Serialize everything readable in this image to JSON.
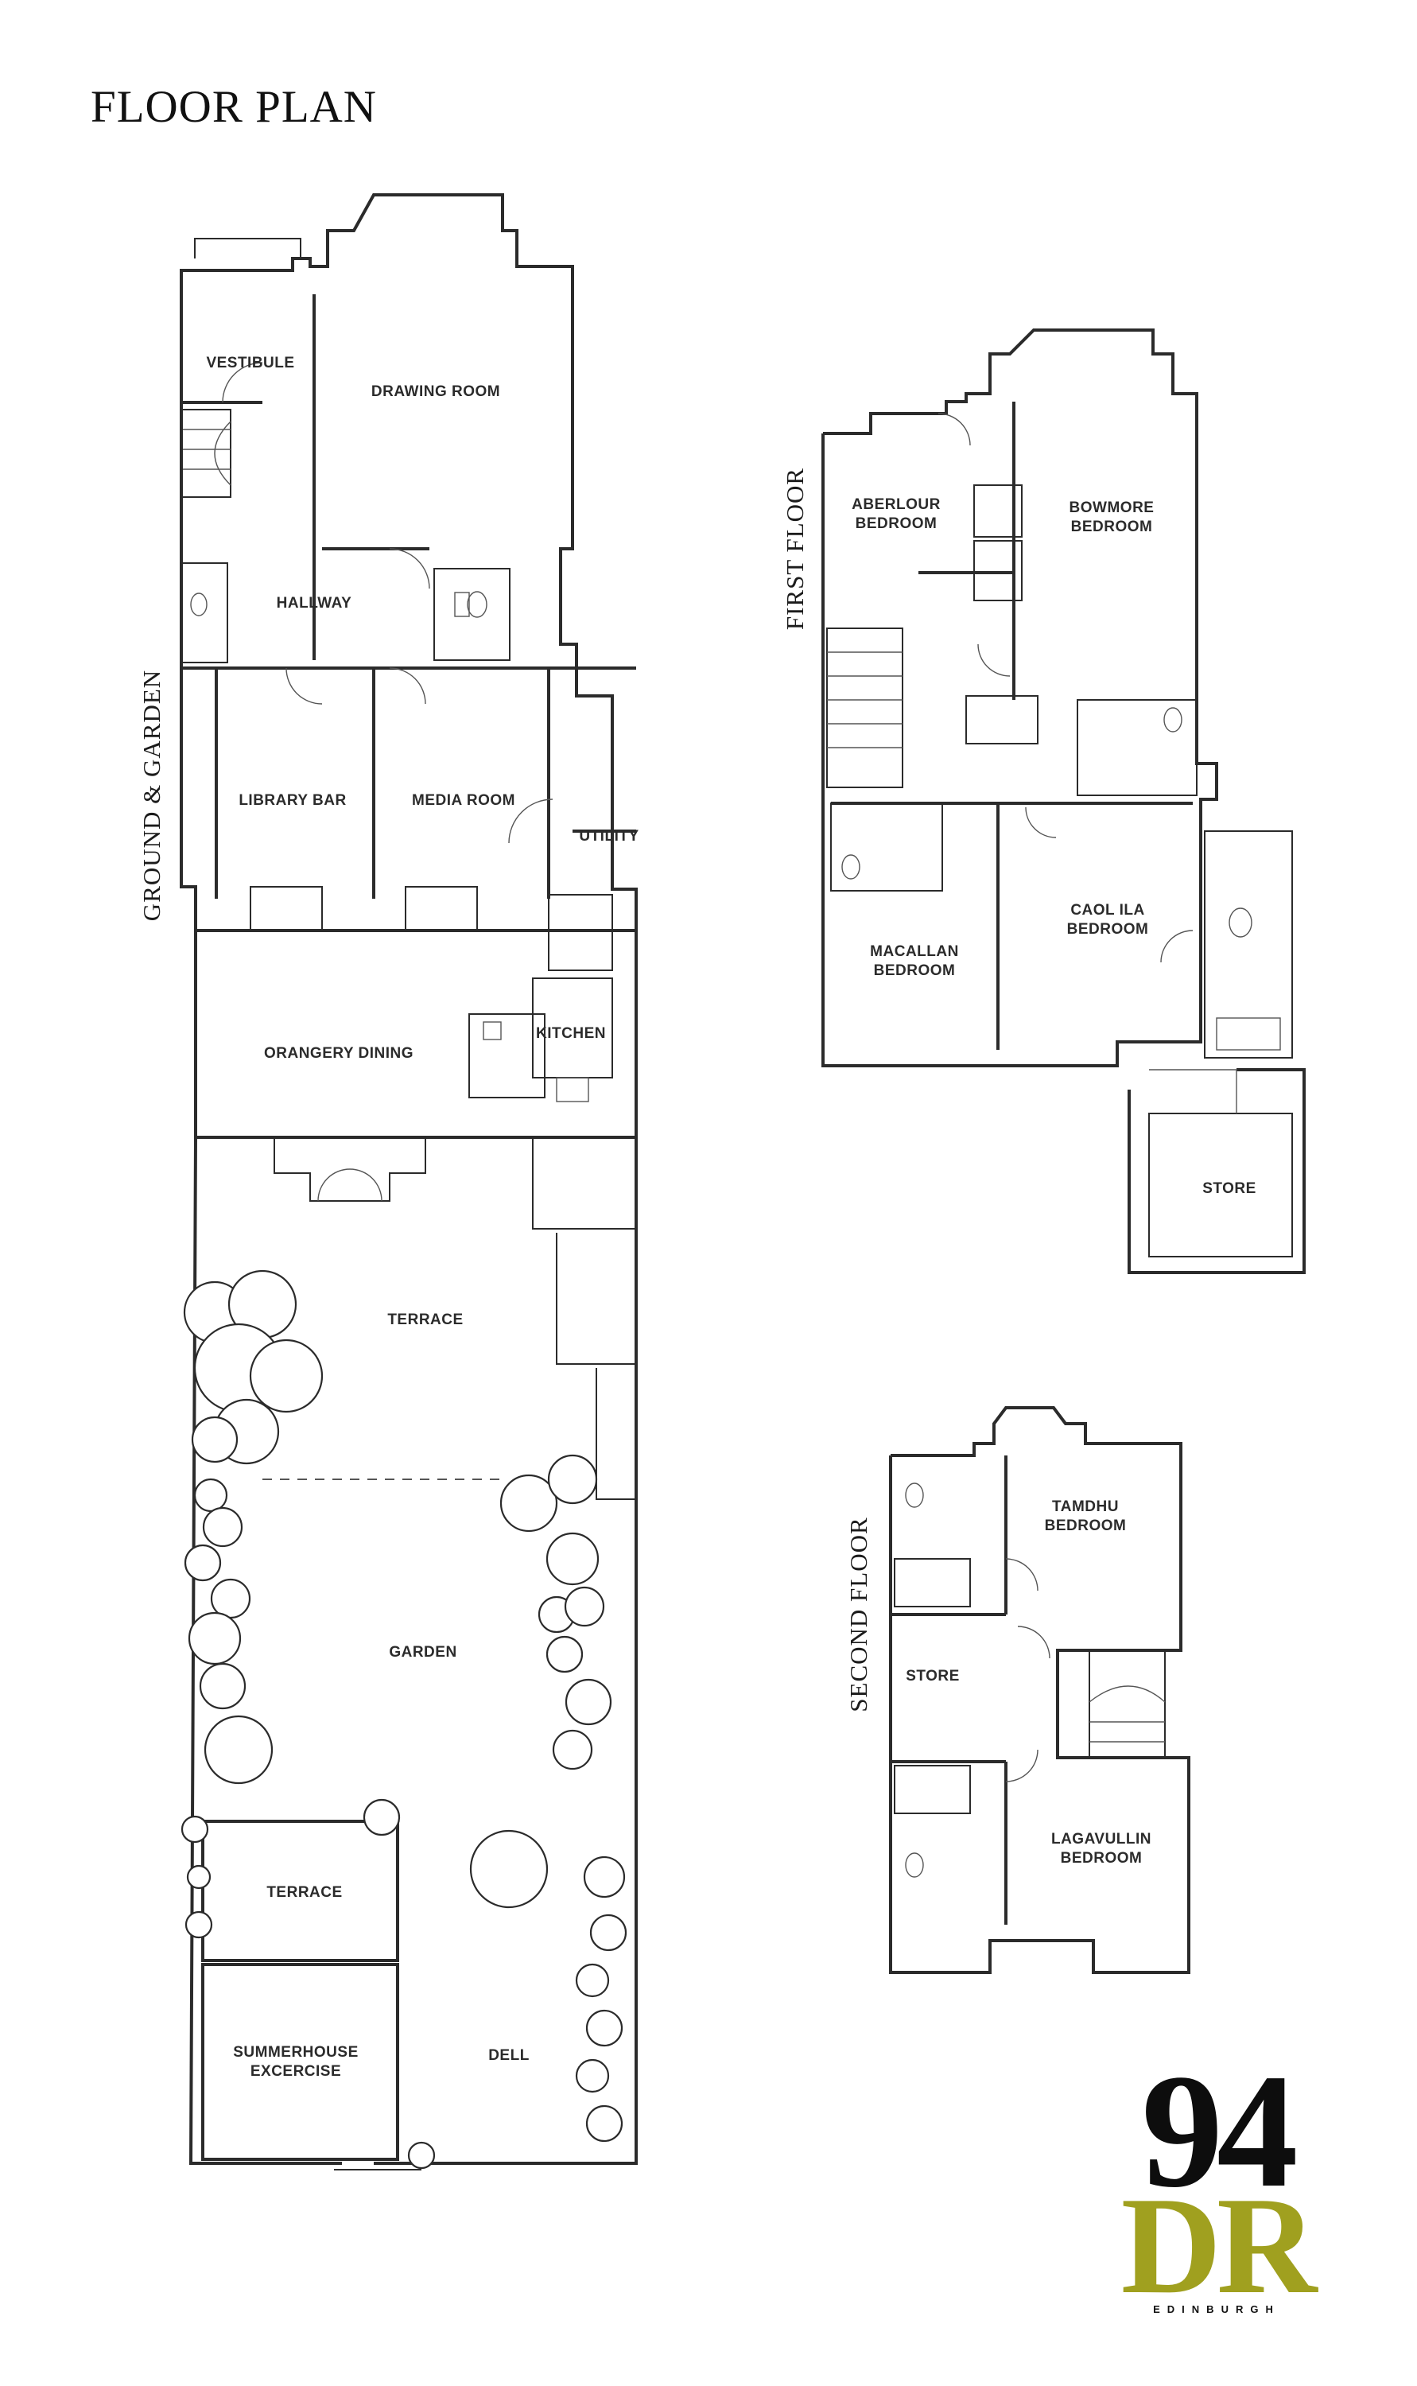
{
  "title": "FLOOR PLAN",
  "floors": {
    "ground": "GROUND & GARDEN",
    "first": "FIRST FLOOR",
    "second": "SECOND FLOOR"
  },
  "rooms": {
    "vestibule": "VESTIBULE",
    "drawing_room": "DRAWING ROOM",
    "hallway": "HALLWAY",
    "library_bar": "LIBRARY BAR",
    "media_room": "MEDIA ROOM",
    "utility": "UTILITY",
    "kitchen": "KITCHEN",
    "orangery_dining": "ORANGERY DINING",
    "terrace_upper": "TERRACE",
    "garden": "GARDEN",
    "terrace_lower": "TERRACE",
    "summerhouse_1": "SUMMERHOUSE",
    "summerhouse_2": "EXCERCISE",
    "dell": "DELL",
    "aberlour_1": "ABERLOUR",
    "aberlour_2": "BEDROOM",
    "bowmore_1": "BOWMORE",
    "bowmore_2": "BEDROOM",
    "macallan_1": "MACALLAN",
    "macallan_2": "BEDROOM",
    "caol_ila_1": "CAOL ILA",
    "caol_ila_2": "BEDROOM",
    "store_first": "STORE",
    "tamdhu_1": "TAMDHU",
    "tamdhu_2": "BEDROOM",
    "store_second": "STORE",
    "lagavullin_1": "LAGAVULLIN",
    "lagavullin_2": "BEDROOM"
  },
  "logo": {
    "number": "94",
    "letters": "DR",
    "city": "EDINBURGH",
    "letters_color": "#a0a01f",
    "number_color": "#0d0d0d"
  }
}
